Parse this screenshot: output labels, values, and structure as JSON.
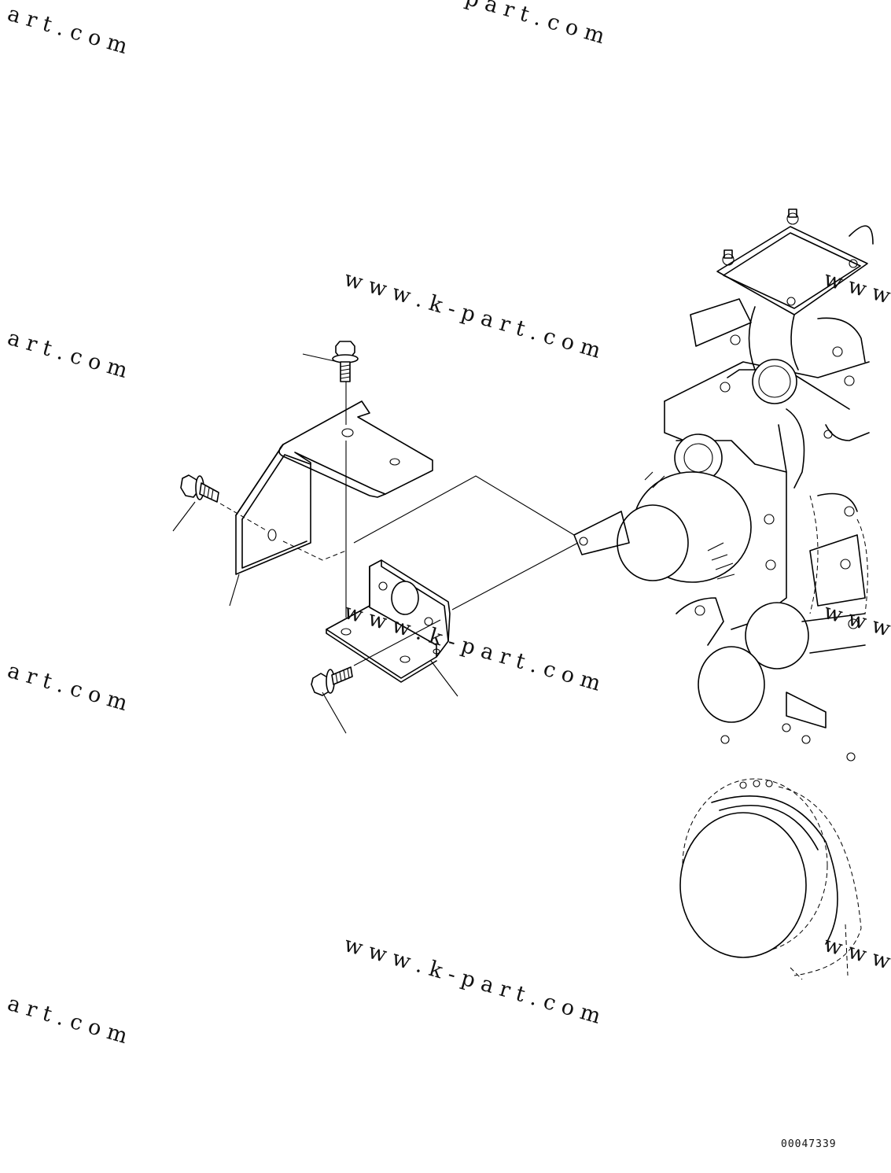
{
  "watermarks": [
    {
      "id": "wm-top-left",
      "text": "a r t . c o m"
    },
    {
      "id": "wm-top-center",
      "text": "p a r t . c o m"
    },
    {
      "id": "wm-upper-center",
      "text": "w w w . k - p a r t . c o m"
    },
    {
      "id": "wm-upper-left",
      "text": "a r t . c o m"
    },
    {
      "id": "wm-upper-right",
      "text": "w w w"
    },
    {
      "id": "wm-middle-center",
      "text": "w w w . k - p a r t . c o m"
    },
    {
      "id": "wm-middle-left",
      "text": "a r t . c o m"
    },
    {
      "id": "wm-middle-right",
      "text": "w w w"
    },
    {
      "id": "wm-lower-center",
      "text": "w w w . k - p a r t . c o m"
    },
    {
      "id": "wm-lower-left",
      "text": "a r t . c o m"
    },
    {
      "id": "wm-lower-right",
      "text": "w w w"
    }
  ],
  "document_id": "00047339"
}
